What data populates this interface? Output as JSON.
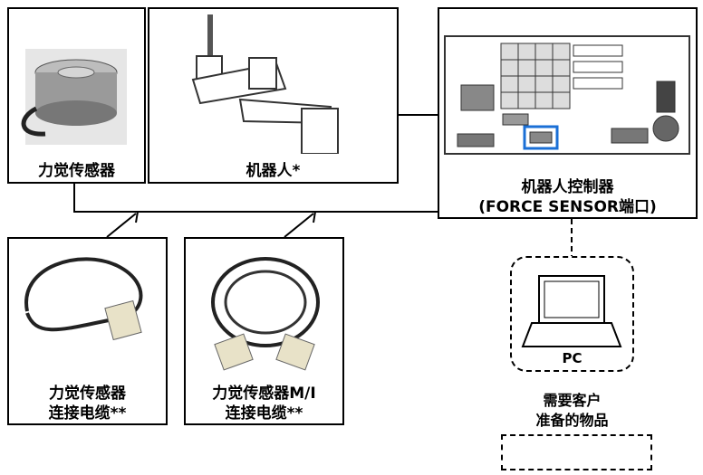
{
  "components": {
    "force_sensor": {
      "label": "力觉传感器"
    },
    "robot": {
      "label": "机器人*"
    },
    "controller": {
      "label_line1": "机器人控制器",
      "label_line2": "(FORCE SENSOR端口)"
    },
    "sensor_cable": {
      "label_line1": "力觉传感器",
      "label_line2": "连接电缆**"
    },
    "sensor_cable_mi": {
      "label_line1": "力觉传感器M/I",
      "label_line2": "连接电缆**"
    },
    "pc": {
      "label": "PC"
    }
  },
  "customer_note": {
    "line1": "需要客户",
    "line2": "准备的物品"
  },
  "colors": {
    "port_highlight": "#1a6fd6",
    "line": "#000000"
  }
}
